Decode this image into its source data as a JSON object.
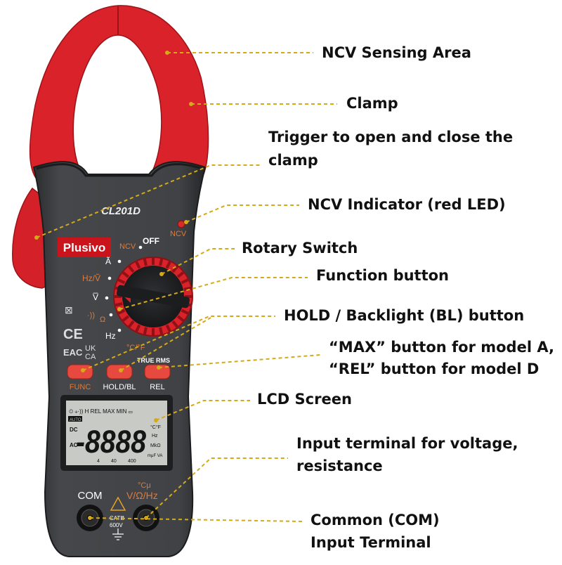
{
  "device": {
    "model": "CL201D",
    "brand": "Plusivo",
    "ncv_led_label": "NCV",
    "dial": {
      "ncv": "NCV",
      "off": "OFF",
      "amps": "Ã",
      "hz_v": "Hz/Ṽ",
      "v_dc": "V̅",
      "cont": "·))",
      "ohm": "Ω",
      "hz": "Hz",
      "temp": "°C/°F"
    },
    "true_rms": "TRUE RMS",
    "buttons": {
      "func": "FUNC",
      "hold": "HOLD/BL",
      "rel": "REL"
    },
    "marks": {
      "ce": "CE",
      "eac": "EAC",
      "ukca_1": "UK",
      "ukca_2": "CA"
    },
    "lcd": {
      "digits": "-8888",
      "top_row": "⏲  ⧾·))   H  REL  MAX  MIN  ▭",
      "auto": "AUTO",
      "dc": "DC",
      "ac": "AC",
      "units_temp": "°C°F",
      "units_hz": "Hz",
      "units_ohm": "MkΩ",
      "units_misc": "mμF VA",
      "scale": [
        "4",
        "40",
        "400"
      ]
    },
    "terminals": {
      "com": "COM",
      "v_top": "°Cμ",
      "v": "V/Ω/Hz",
      "cat": "CATⅢ",
      "cat_v": "600V"
    }
  },
  "labels": {
    "ncv_area": "NCV Sensing Area",
    "clamp": "Clamp",
    "trigger_1": "Trigger to open and close the",
    "trigger_2": "clamp",
    "ncv_indicator": "NCV Indicator (red LED)",
    "rotary": "Rotary Switch",
    "function": "Function button",
    "hold": "HOLD / Backlight (BL) button",
    "max_1": "“MAX” button for model A,",
    "max_2": "“REL” button for model D",
    "lcd": "LCD Screen",
    "input_1": "Input terminal for voltage,",
    "input_2": "resistance",
    "com_1": "Common (COM)",
    "com_2": "Input Terminal"
  },
  "colors": {
    "clamp_red": "#d9222a",
    "body_gray": "#3d3f42",
    "leader_gold": "#d4aa17",
    "button_red": "#e8493f",
    "lcd_bg": "#c8cac6"
  }
}
